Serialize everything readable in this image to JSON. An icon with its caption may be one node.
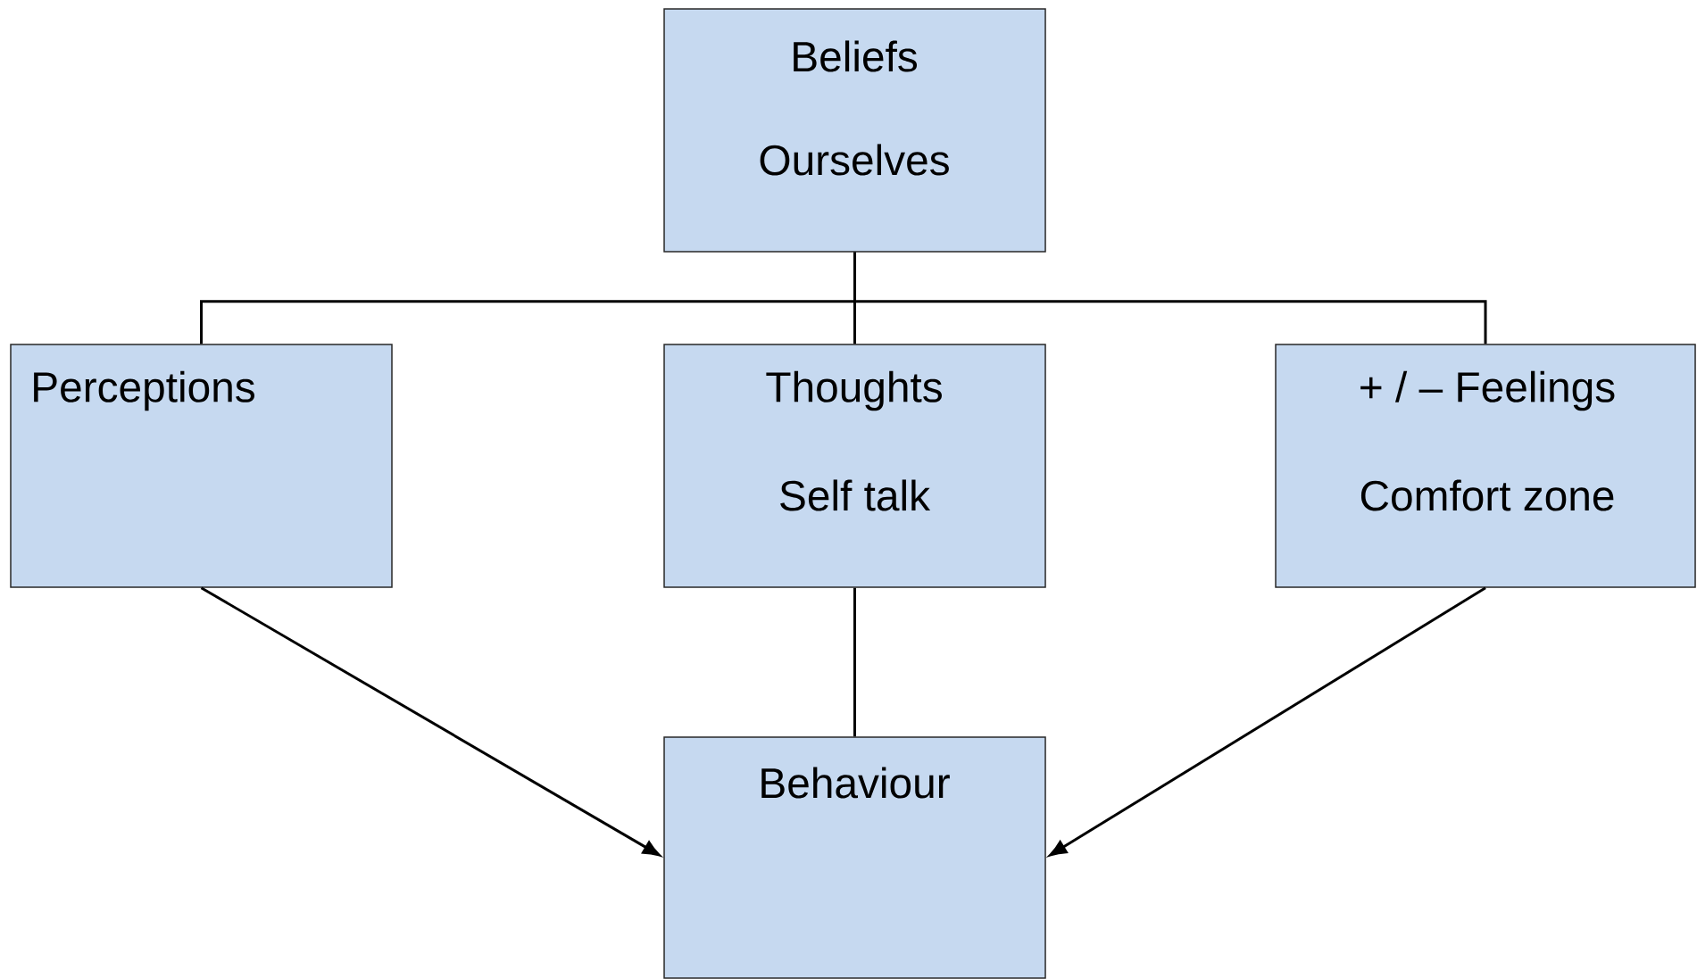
{
  "diagram": {
    "nodes": [
      {
        "text": [
          "Beliefs",
          "Ourselves"
        ]
      },
      {
        "text": [
          "Perceptions"
        ]
      },
      {
        "text": [
          "Thoughts",
          "Self talk"
        ]
      },
      {
        "text": [
          "+ / – Feelings",
          "Comfort zone"
        ]
      },
      {
        "text": [
          "Behaviour"
        ]
      }
    ],
    "edges": [
      {
        "from": 0,
        "to": 1,
        "arrow": "none"
      },
      {
        "from": 0,
        "to": 2,
        "arrow": "none"
      },
      {
        "from": 0,
        "to": 3,
        "arrow": "none"
      },
      {
        "from": 2,
        "to": 4,
        "arrow": "none"
      },
      {
        "from": 1,
        "to": 4,
        "arrow": "to"
      },
      {
        "from": 3,
        "to": 4,
        "arrow": "to"
      }
    ]
  }
}
